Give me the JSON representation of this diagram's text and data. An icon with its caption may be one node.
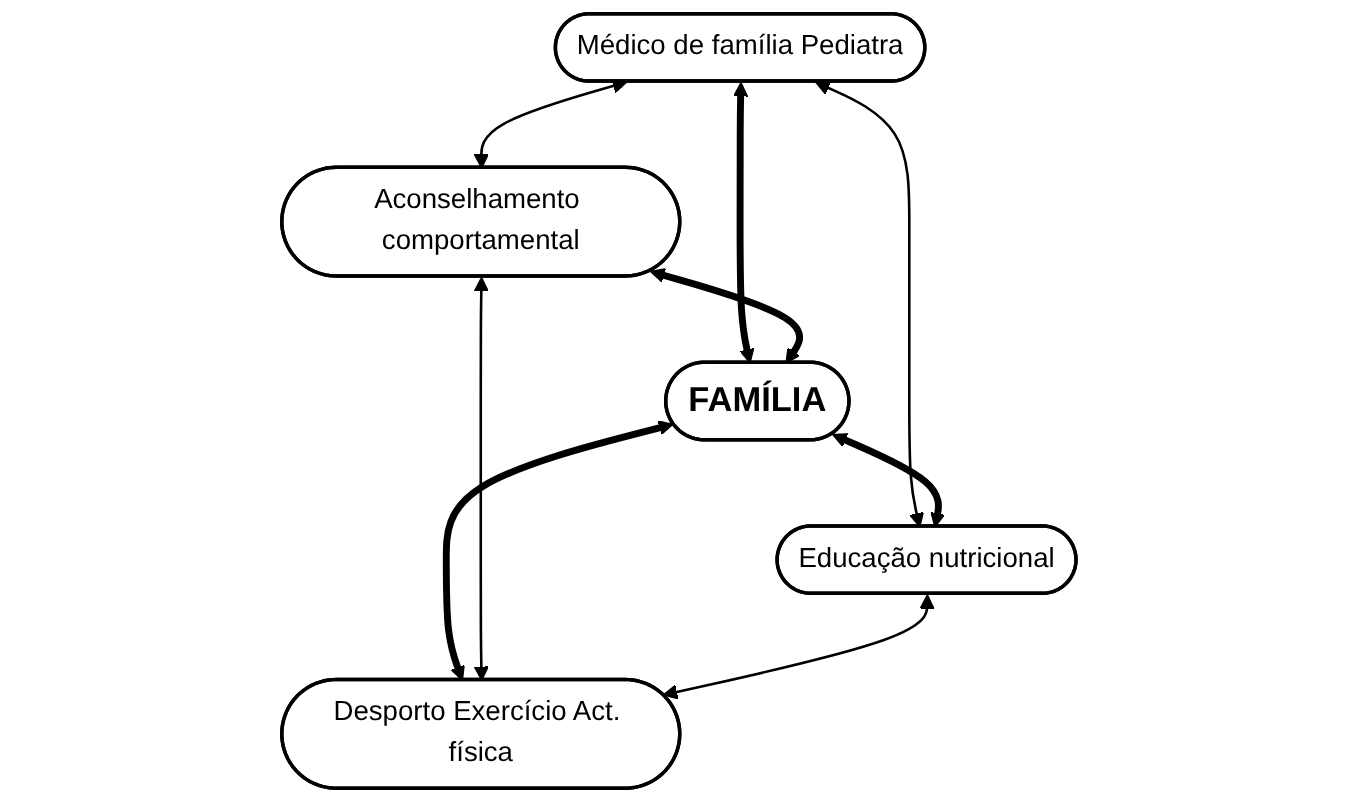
{
  "diagram": {
    "nodes": [
      {
        "text": [
          "Médico de família Pediatra"
        ]
      },
      {
        "text": [
          "Aconselhamento comportamental"
        ]
      },
      {
        "text": [
          "FAMÍLIA"
        ]
      },
      {
        "text": [
          "Educação nutricional"
        ]
      },
      {
        "text": [
          "Desporto Exercício Act. física"
        ]
      }
    ],
    "edges": [
      {
        "from": 0,
        "to": 1,
        "arrow": "both"
      },
      {
        "from": 0,
        "to": 3,
        "arrow": "both"
      },
      {
        "from": 0,
        "to": 2,
        "arrow": "both",
        "style": "thick"
      },
      {
        "from": 1,
        "to": 2,
        "arrow": "both",
        "style": "thick"
      },
      {
        "from": 2,
        "to": 3,
        "arrow": "both",
        "style": "thick"
      },
      {
        "from": 2,
        "to": 4,
        "arrow": "both",
        "style": "thick"
      },
      {
        "from": 1,
        "to": 4,
        "arrow": "both"
      },
      {
        "from": 3,
        "to": 4,
        "arrow": "both"
      }
    ]
  }
}
